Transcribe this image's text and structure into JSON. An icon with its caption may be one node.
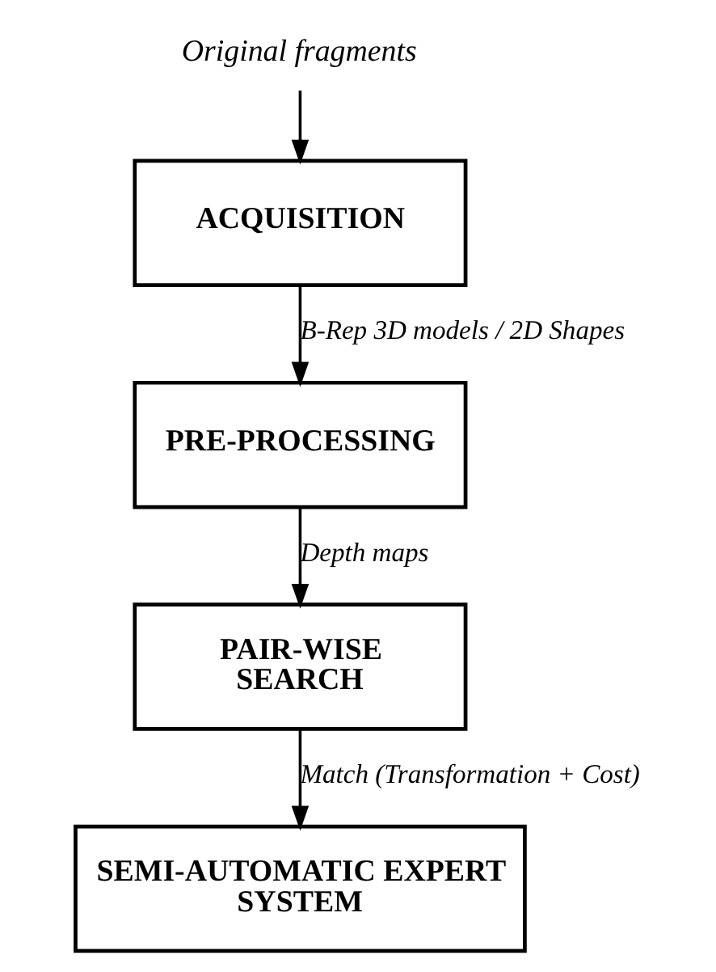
{
  "diagram": {
    "nodes": [
      {
        "text": [
          "Original fragments"
        ]
      },
      {
        "text": [
          "ACQUISITION"
        ]
      },
      {
        "text": [
          "PRE-PROCESSING"
        ]
      },
      {
        "text": [
          "PAIR-WISE SEARCH"
        ]
      },
      {
        "text": [
          "SEMI-AUTOMATIC EXPERT SYSTEM"
        ]
      }
    ],
    "edges": [
      {
        "from": 0,
        "to": 1,
        "arrow": "to"
      },
      {
        "from": 1,
        "to": 2,
        "arrow": "to",
        "label": "B-Rep 3D models / 2D Shapes"
      },
      {
        "from": 2,
        "to": 3,
        "arrow": "to",
        "label": "Depth maps"
      },
      {
        "from": 3,
        "to": 4,
        "arrow": "to",
        "label": "Match (Transformation + Cost)"
      }
    ]
  }
}
